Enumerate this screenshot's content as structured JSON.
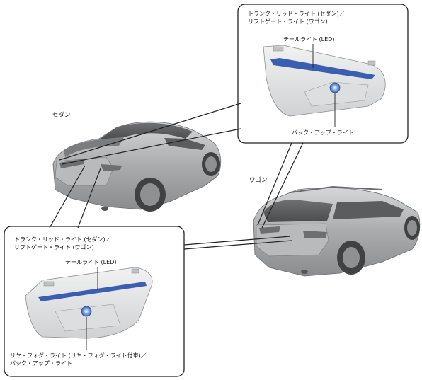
{
  "labels": {
    "sedan": "セダン",
    "wagon": "ワゴン"
  },
  "callout_top": {
    "title_line1": "トランク・リッド・ライト (セダン)／",
    "title_line2": "リフトゲート・ライト (ワゴン)",
    "tail_light": "テールライト (LED)",
    "backup_light": "バック・アップ・ライト"
  },
  "callout_bottom": {
    "title_line1": "トランク・リッド・ライト (セダン)／",
    "title_line2": "リフトゲート・ライト (ワゴン)",
    "tail_light": "テールライト (LED)",
    "fog_line1": "リヤ・フォグ・ライト (リヤ・フォグ・ライト付車)／",
    "fog_line2": "バック・アップ・ライト"
  },
  "colors": {
    "led_strip": "#3a5fb0",
    "lamp_blue": "#4a7fd0",
    "car_body": "#a9abad",
    "outline": "#222222"
  }
}
